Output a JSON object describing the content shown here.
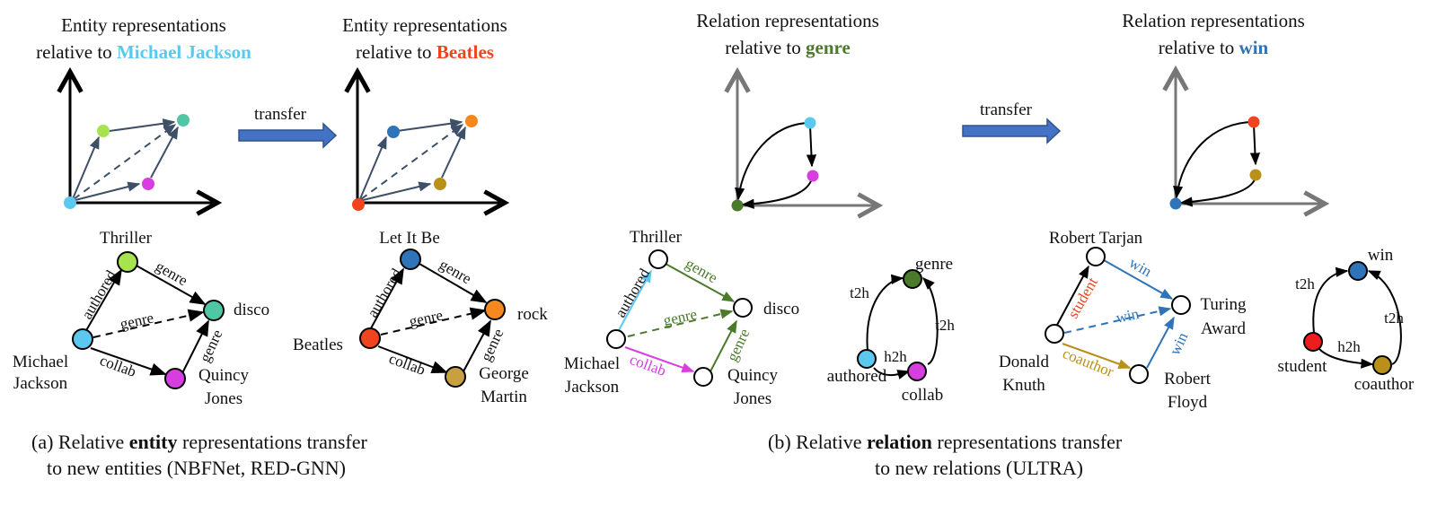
{
  "figure": {
    "panel_a": {
      "left_plot": {
        "title_line1": "Entity representations",
        "title_line2_prefix": "relative to ",
        "title_highlight": "Michael Jackson",
        "highlight_color": "#5bc8f0",
        "points": [
          {
            "name": "Michael Jackson",
            "color": "#5bc8f0"
          },
          {
            "name": "Thriller",
            "color": "#a6e34f"
          },
          {
            "name": "disco",
            "color": "#4fc7a4"
          },
          {
            "name": "Quincy Jones",
            "color": "#d63ee0"
          }
        ]
      },
      "transfer_label": "transfer",
      "right_plot": {
        "title_line1": "Entity representations",
        "title_line2_prefix": "relative to ",
        "title_highlight": "Beatles",
        "highlight_color": "#f0441f",
        "points": [
          {
            "name": "Beatles",
            "color": "#f0441f"
          },
          {
            "name": "Let It Be",
            "color": "#2f73b8"
          },
          {
            "name": "rock",
            "color": "#f5881f"
          },
          {
            "name": "George Martin",
            "color": "#b8901a"
          }
        ]
      },
      "graph1": {
        "nodes": {
          "head": {
            "label_line1": "Michael",
            "label_line2": "Jackson",
            "color": "#5bc8f0"
          },
          "top": {
            "label_line1": "Thriller",
            "color": "#a6e34f"
          },
          "right": {
            "label_line1": "disco",
            "color": "#4fc7a4"
          },
          "bottom": {
            "label_line1": "Quincy",
            "label_line2": "Jones",
            "color": "#d63ee0"
          }
        },
        "edges": {
          "authored": "authored",
          "genre_top": "genre",
          "genre_dashed": "genre",
          "collab": "collab",
          "genre_bottom": "genre"
        }
      },
      "graph2": {
        "nodes": {
          "head": {
            "label_line1": "Beatles",
            "color": "#f0441f"
          },
          "top": {
            "label_line1": "Let It Be",
            "color": "#2f73b8"
          },
          "right": {
            "label_line1": "rock",
            "color": "#f5881f"
          },
          "bottom": {
            "label_line1": "George",
            "label_line2": "Martin",
            "color": "#c9a040"
          }
        },
        "edges": {
          "authored": "authored",
          "genre_top": "genre",
          "genre_dashed": "genre",
          "collab": "collab",
          "genre_bottom": "genre"
        }
      },
      "caption_prefix": "(a) Relative ",
      "caption_bold": "entity",
      "caption_suffix": " representations transfer",
      "caption_line2": "to new entities (NBFNet, RED-GNN)"
    },
    "panel_b": {
      "left_plot": {
        "title_line1": "Relation representations",
        "title_line2_prefix": "relative to ",
        "title_highlight": "genre",
        "highlight_color": "#4a7a2a",
        "points": [
          {
            "name": "genre",
            "color": "#4a7a2a"
          },
          {
            "name": "authored",
            "color": "#5bc8f0"
          },
          {
            "name": "collab",
            "color": "#d63ee0"
          }
        ]
      },
      "transfer_label": "transfer",
      "right_plot": {
        "title_line1": "Relation representations",
        "title_line2_prefix": "relative to ",
        "title_highlight": "win",
        "highlight_color": "#2f73b8",
        "points": [
          {
            "name": "win",
            "color": "#2f73b8"
          },
          {
            "name": "student",
            "color": "#f0441f"
          },
          {
            "name": "coauthor",
            "color": "#b8901a"
          }
        ]
      },
      "graph1": {
        "nodes": {
          "head": {
            "label_line1": "Michael",
            "label_line2": "Jackson"
          },
          "top": {
            "label_line1": "Thriller"
          },
          "right": {
            "label_line1": "disco"
          },
          "bottom": {
            "label_line1": "Quincy",
            "label_line2": "Jones"
          }
        },
        "edges": {
          "authored": {
            "label": "authored",
            "color": "#5bc8f0"
          },
          "genre_top": {
            "label": "genre",
            "color": "#4a7a2a"
          },
          "genre_dashed": {
            "label": "genre",
            "color": "#4a7a2a"
          },
          "collab": {
            "label": "collab",
            "color": "#d63ee0"
          },
          "genre_bottom": {
            "label": "genre",
            "color": "#4a7a2a"
          }
        }
      },
      "relgraph1": {
        "nodes": {
          "top": {
            "label": "genre",
            "color": "#4a7a2a"
          },
          "left": {
            "label": "authored",
            "color": "#5bc8f0"
          },
          "right": {
            "label": "collab",
            "color": "#d63ee0"
          }
        },
        "edges": {
          "left_to_top": "t2h",
          "right_to_top": "t2h",
          "left_to_right": "h2h"
        }
      },
      "graph2": {
        "nodes": {
          "head": {
            "label_line1": "Donald",
            "label_line2": "Knuth"
          },
          "top": {
            "label_line1": "Robert Tarjan"
          },
          "right": {
            "label_line1": "Turing",
            "label_line2": "Award"
          },
          "bottom": {
            "label_line1": "Robert",
            "label_line2": "Floyd"
          }
        },
        "edges": {
          "student": {
            "label": "student",
            "color": "#f0441f"
          },
          "win_top": {
            "label": "win",
            "color": "#2f73b8"
          },
          "win_dashed": {
            "label": "win",
            "color": "#2f73b8"
          },
          "coauthor": {
            "label": "coauthor",
            "color": "#b8901a"
          },
          "win_bottom": {
            "label": "win",
            "color": "#2f73b8"
          }
        }
      },
      "relgraph2": {
        "nodes": {
          "top": {
            "label": "win",
            "color": "#2f73b8"
          },
          "left": {
            "label": "student",
            "color": "#ee1c1c"
          },
          "right": {
            "label": "coauthor",
            "color": "#b8901a"
          }
        },
        "edges": {
          "left_to_top": "t2h",
          "right_to_top": "t2h",
          "left_to_right": "h2h"
        }
      },
      "caption_prefix": "(b) Relative ",
      "caption_bold": "relation",
      "caption_suffix": " representations transfer",
      "caption_line2": "to new relations (ULTRA)"
    }
  }
}
